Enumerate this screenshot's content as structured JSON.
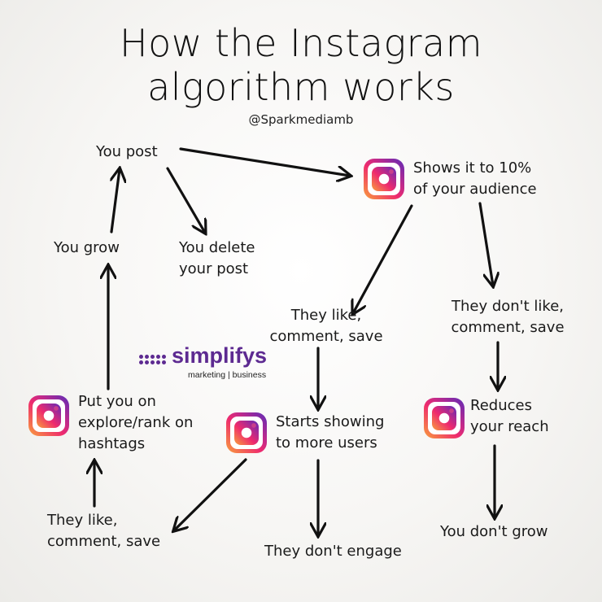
{
  "title": {
    "line1": "How the Instagram",
    "line2": "algorithm works"
  },
  "handle": "@Sparkmediamb",
  "nodes": {
    "you_post": "You post",
    "shows_10": [
      "Shows it to 10%",
      "of your audience"
    ],
    "you_grow": "You grow",
    "you_delete": [
      "You delete",
      "your post"
    ],
    "they_like_1": [
      "They like,",
      "comment, save"
    ],
    "they_dont_like": [
      "They don't like,",
      "comment, save"
    ],
    "explore": [
      "Put you on",
      "explore/rank on",
      "hashtags"
    ],
    "starts_showing": [
      "Starts showing",
      "to more users"
    ],
    "reduces_reach": [
      "Reduces",
      "your reach"
    ],
    "they_like_2": [
      "They like,",
      "comment, save"
    ],
    "they_dont_engage": "They don't engage",
    "you_dont_grow": "You don't grow"
  },
  "icons": [
    "instagram-icon",
    "instagram-icon",
    "instagram-icon",
    "instagram-icon"
  ],
  "logo": {
    "word": "simplifys",
    "tagline": "marketing | business",
    "color": "#5d2a91"
  },
  "colors": {
    "text": "#1a1a1a",
    "arrow": "#111111",
    "ig_gradient": [
      "#f9a03c",
      "#ee2a6e",
      "#c02a8c",
      "#5b2bb8"
    ]
  }
}
